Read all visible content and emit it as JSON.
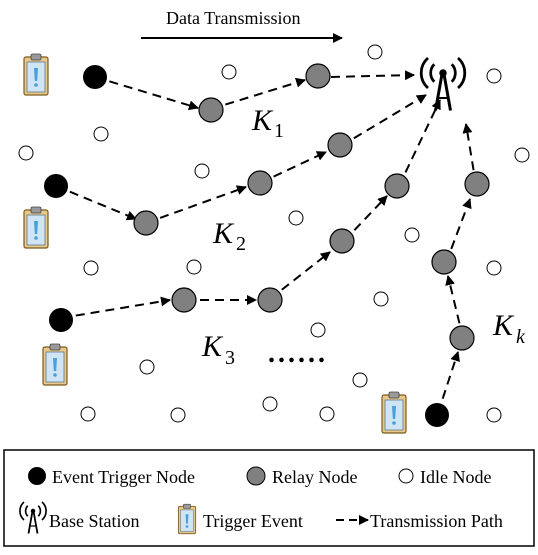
{
  "diagram": {
    "arrow_label": "Data Transmission",
    "path_labels": [
      {
        "main": "K",
        "sub": "1"
      },
      {
        "main": "K",
        "sub": "2"
      },
      {
        "main": "K",
        "sub": "3"
      },
      {
        "main": "K",
        "sub": "k"
      }
    ],
    "ellipsis": "......"
  },
  "legend": {
    "items": [
      {
        "icon": "black-circle",
        "label": "Event Trigger Node"
      },
      {
        "icon": "gray-circle",
        "label": "Relay Node"
      },
      {
        "icon": "white-circle",
        "label": "Idle Node"
      },
      {
        "icon": "antenna-tower-icon",
        "label": "Base Station"
      },
      {
        "icon": "clipboard-alert-icon",
        "label": "Trigger Event"
      },
      {
        "icon": "dashed-arrow-icon",
        "label": "Transmission Path"
      }
    ]
  },
  "colors": {
    "trigger_node": "#000000",
    "relay_node": "#808080",
    "idle_node": "#ffffff",
    "clipboard_paper": "#cfe4f5",
    "clipboard_alert": "#4aa0d8"
  }
}
